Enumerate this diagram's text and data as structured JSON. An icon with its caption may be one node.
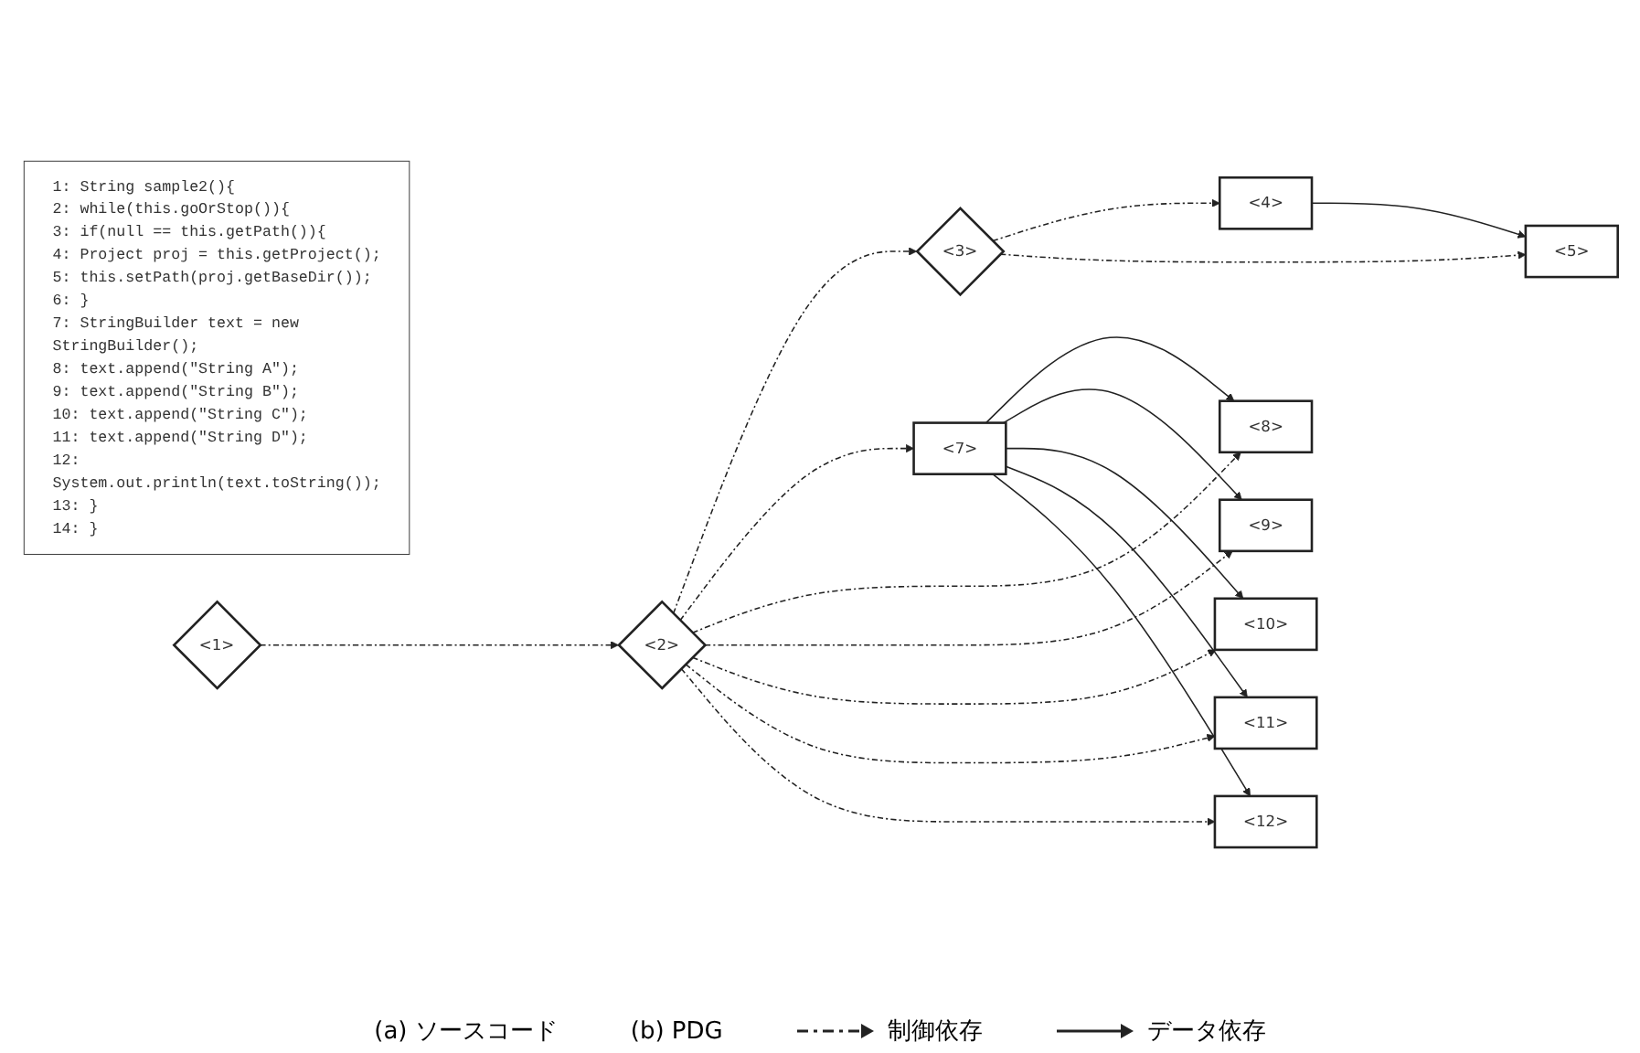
{
  "diagram": {
    "nodes": [
      {
        "text": [
          "1: String sample2(){",
          "2: while(this.goOrStop()){",
          "3: if(null == this.getPath()){",
          "4: Project proj = this.getProject();",
          "5: this.setPath(proj.getBaseDir());",
          "6: }",
          "7: StringBuilder text = new StringBuilder();",
          "8: text.append(\"String A\");",
          "9: text.append(\"String B\");",
          "10: text.append(\"String C\");",
          "11: text.append(\"String D\");",
          "12: System.out.println(text.toString());",
          "13: }",
          "14: }"
        ]
      },
      {
        "text": [
          "<1>"
        ]
      },
      {
        "text": [
          "<2>"
        ]
      },
      {
        "text": [
          "<3>"
        ]
      },
      {
        "text": [
          "<4>"
        ]
      },
      {
        "text": [
          "<5>"
        ]
      },
      {
        "text": [
          "<7>"
        ]
      },
      {
        "text": [
          "<8>"
        ]
      },
      {
        "text": [
          "<9>"
        ]
      },
      {
        "text": [
          "<10>"
        ]
      },
      {
        "text": [
          "<11>"
        ]
      },
      {
        "text": [
          "<12>"
        ]
      }
    ],
    "edges": [
      {
        "from": 1,
        "to": 2,
        "arrow": "to",
        "style": "dashed"
      },
      {
        "from": 2,
        "to": 3,
        "arrow": "to",
        "style": "dashed"
      },
      {
        "from": 3,
        "to": 4,
        "arrow": "to",
        "style": "dashed"
      },
      {
        "from": 3,
        "to": 5,
        "arrow": "to",
        "style": "dashed"
      },
      {
        "from": 4,
        "to": 5,
        "arrow": "to"
      },
      {
        "from": 2,
        "to": 6,
        "arrow": "to",
        "style": "dashed"
      },
      {
        "from": 2,
        "to": 7,
        "arrow": "to",
        "style": "dashed"
      },
      {
        "from": 2,
        "to": 8,
        "arrow": "to",
        "style": "dashed"
      },
      {
        "from": 2,
        "to": 9,
        "arrow": "to",
        "style": "dashed"
      },
      {
        "from": 2,
        "to": 10,
        "arrow": "to",
        "style": "dashed"
      },
      {
        "from": 2,
        "to": 11,
        "arrow": "to",
        "style": "dashed"
      },
      {
        "from": 6,
        "to": 7,
        "arrow": "to"
      },
      {
        "from": 6,
        "to": 8,
        "arrow": "to"
      },
      {
        "from": 6,
        "to": 9,
        "arrow": "to"
      },
      {
        "from": 6,
        "to": 10,
        "arrow": "to"
      },
      {
        "from": 6,
        "to": 11,
        "arrow": "to"
      }
    ],
    "labels": [
      "(a) ソースコード",
      "(b) PDG"
    ],
    "legend": [
      {
        "text": "制御依存"
      },
      {
        "text": "データ依存"
      }
    ]
  }
}
